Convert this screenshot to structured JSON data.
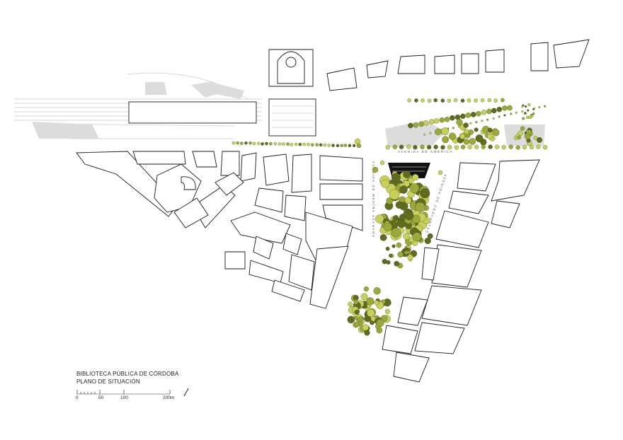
{
  "legend": {
    "title": "BIBLIOTECA PÚBLICA DE CÓRDOBA",
    "subtitle": "PLANO DE SITUACIÓN"
  },
  "scale": {
    "ticks": [
      "0",
      "50",
      "100",
      "200m"
    ]
  },
  "streets": {
    "avenida_america": "AVENIDA DE AMÉRICA",
    "avenida_vertical": "AVENIDA DE MEDINA AZAHARA",
    "paseo_diagonal": "AVENIDA DE CERVANTES"
  },
  "colors": {
    "tree_light": "#c8cf5a",
    "tree_mid": "#9ba83a",
    "tree_dark": "#5f6b1f",
    "library": "#111111",
    "rail": "#c9c9c9",
    "plaza": "#dcdcdc"
  },
  "icons": {
    "north": "north-arrow-icon"
  }
}
